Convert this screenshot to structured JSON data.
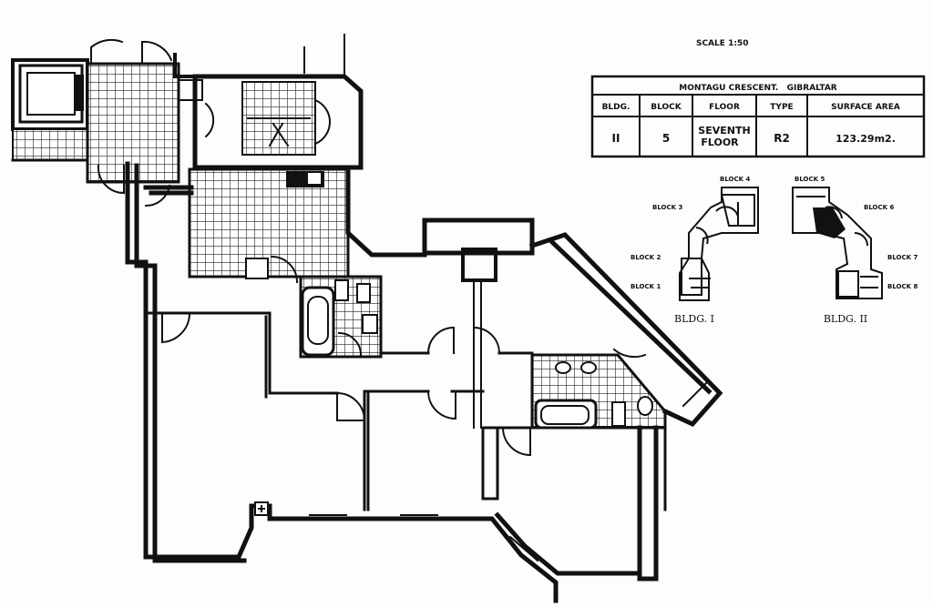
{
  "scale": "SCALE 1:50",
  "title_block": {
    "heading": "MONTAGU CRESCENT.   GIBRALTAR",
    "columns": [
      "BLDG.",
      "BLOCK",
      "FLOOR",
      "TYPE",
      "SURFACE AREA"
    ],
    "row": {
      "bldg": "II",
      "block": "5",
      "floor_line1": "SEVENTH",
      "floor_line2": "FLOOR",
      "type": "R2",
      "surface_area": "123.29m2."
    }
  },
  "key_plans": {
    "bldg_1": {
      "caption": "BLDG. I",
      "blocks": [
        "BLOCK 1",
        "BLOCK 2",
        "BLOCK 3",
        "BLOCK 4"
      ]
    },
    "bldg_2": {
      "caption": "BLDG. II",
      "blocks": [
        "BLOCK 5",
        "BLOCK 6",
        "BLOCK 7",
        "BLOCK 8"
      ]
    }
  },
  "colors": {
    "ink": "#111111",
    "paper": "#fdfdfb"
  }
}
